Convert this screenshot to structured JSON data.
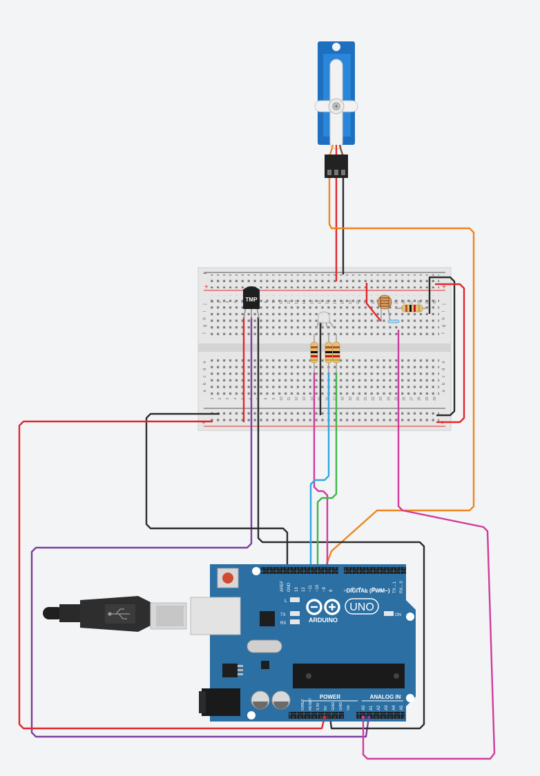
{
  "colors": {
    "background": "#f3f4f6",
    "wire_red": "#e0262b",
    "wire_black": "#2b2b2b",
    "wire_orange": "#f0831e",
    "wire_purple": "#7a3e9d",
    "wire_magenta": "#d13a9b",
    "wire_blue": "#2ea7e0",
    "wire_green": "#3fb549",
    "board_blue": "#2b6fa3",
    "servo_blue": "#1e6fbf"
  },
  "components": {
    "temp_sensor": {
      "label": "TMP"
    },
    "arduino": {
      "model": "UNO",
      "brand": "ARDUINO",
      "digital_header": "DIGITAL (PWM~)",
      "power_header": "POWER",
      "analog_header": "ANALOG IN",
      "on_label": "ON",
      "l_label": "L",
      "tx_label": "TX",
      "rx_label": "RX",
      "aref": "AREF",
      "gnd": "GND",
      "txrx_pins": [
        "TX→1",
        "RX←0"
      ],
      "digital_pins": [
        "13",
        "12",
        "~11",
        "~10",
        "~9",
        "8",
        "7",
        "~6",
        "~5",
        "4",
        "~3",
        "2"
      ],
      "power_pins": [
        "IOREF",
        "RESET",
        "3.3V",
        "5V",
        "GND",
        "GND",
        "Vin"
      ],
      "analog_pins": [
        "A0",
        "A1",
        "A2",
        "A3",
        "A4",
        "A5"
      ]
    },
    "breadboard": {
      "plus": "+",
      "minus": "−",
      "rows_top": [
        "j",
        "i",
        "h",
        "g",
        "f"
      ],
      "rows_bottom": [
        "e",
        "d",
        "c",
        "b",
        "a"
      ],
      "columns": [
        "1",
        "2",
        "3",
        "4",
        "5",
        "6",
        "7",
        "8",
        "9",
        "10",
        "11",
        "12",
        "13",
        "14",
        "15",
        "16",
        "17",
        "18",
        "19",
        "20",
        "21",
        "22",
        "23",
        "24",
        "25",
        "26",
        "27",
        "28",
        "29",
        "30"
      ]
    }
  }
}
